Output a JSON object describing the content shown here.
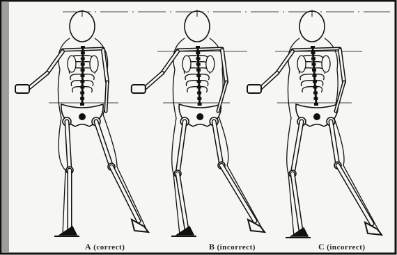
{
  "figures": [
    {
      "letter": "A",
      "label": "(correct)"
    },
    {
      "letter": "B",
      "label": "(incorrect)"
    },
    {
      "letter": "C",
      "label": "(incorrect)"
    }
  ],
  "colors": {
    "ink": "#111111",
    "bone_fill": "#f7f7f3",
    "background": "#f6f6f3"
  }
}
